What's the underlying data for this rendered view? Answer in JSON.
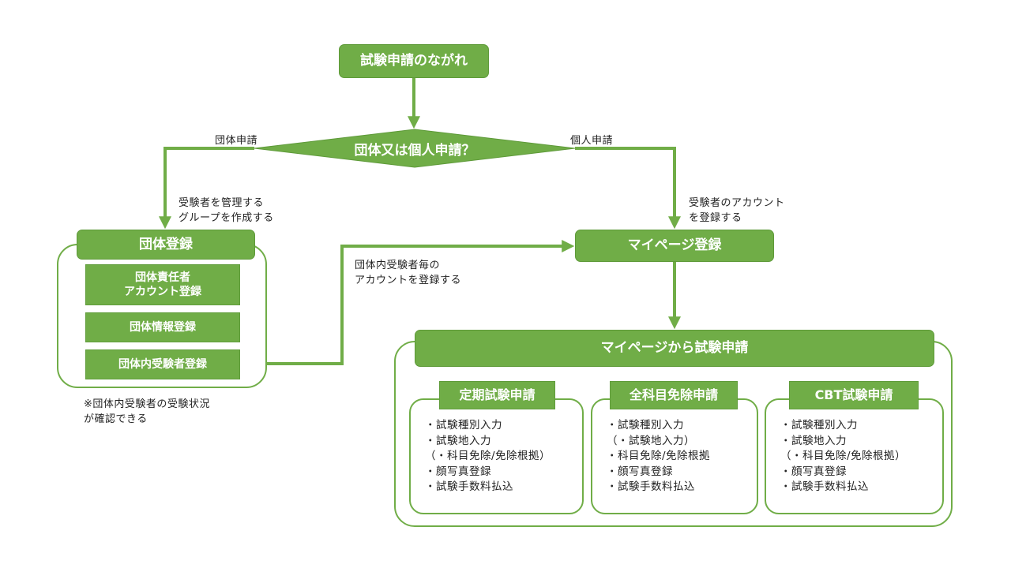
{
  "colors": {
    "accent": "#70ad47",
    "text_on_accent": "#ffffff",
    "text": "#222222"
  },
  "flow": {
    "start": "試験申請のながれ",
    "decision": "団体又は個人申請？",
    "branch_group_label": "団体申請",
    "branch_individual_label": "個人申請",
    "group_note": "受験者を管理する\nグループを作成する",
    "individual_note": "受験者のアカウント\nを登録する",
    "group_register": {
      "title": "団体登録",
      "items": [
        "団体責任者\nアカウント登録",
        "団体情報登録",
        "団体内受験者登録"
      ],
      "footnote": "※団体内受験者の受験状況\nが確認できる"
    },
    "member_account_note": "団体内受験者毎の\nアカウントを登録する",
    "mypage_register": "マイページ登録",
    "mypage_apply": {
      "title": "マイページから試験申請",
      "types": [
        {
          "title": "定期試験申請",
          "items": [
            "・試験種別入力",
            "・試験地入力",
            "（・科目免除/免除根拠）",
            "・顔写真登録",
            "・試験手数料払込"
          ]
        },
        {
          "title": "全科目免除申請",
          "items": [
            "・試験種別入力",
            "（・試験地入力）",
            "・科目免除/免除根拠",
            "・顔写真登録",
            "・試験手数料払込"
          ]
        },
        {
          "title": "CBT試験申請",
          "items": [
            "・試験種別入力",
            "・試験地入力",
            "（・科目免除/免除根拠）",
            "・顔写真登録",
            "・試験手数料払込"
          ]
        }
      ]
    }
  }
}
